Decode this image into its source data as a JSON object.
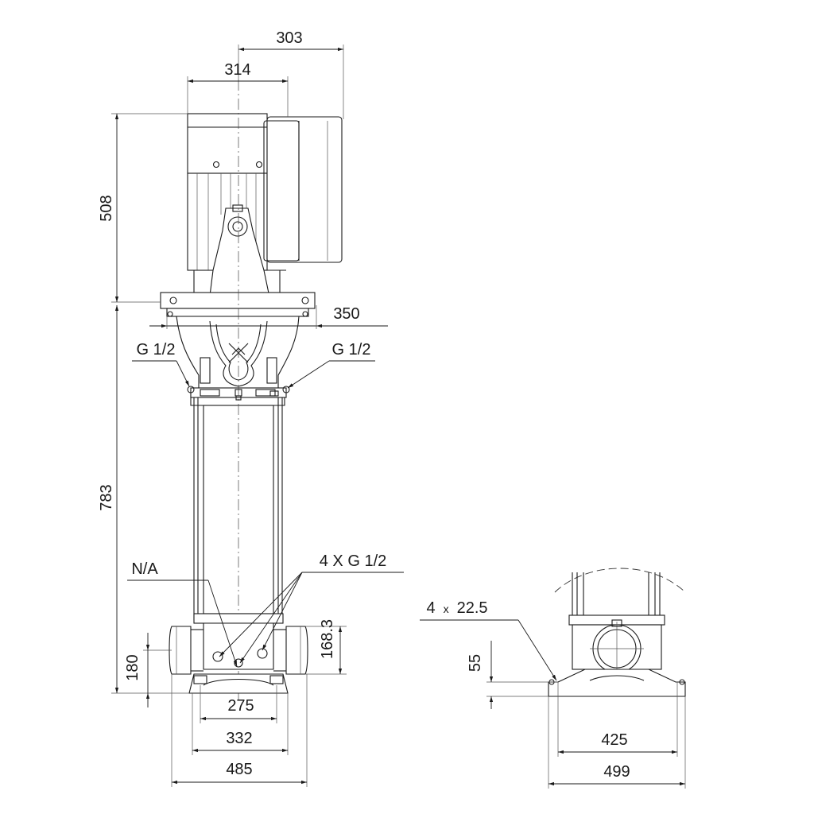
{
  "dimensions": {
    "motor_depth": "303",
    "motor_width": "314",
    "motor_height": "508",
    "flange_width": "350",
    "pump_height": "783",
    "inlet_height": "180",
    "port_distance": "168.3",
    "base_275": "275",
    "base_332": "332",
    "base_485": "485",
    "side_foot_height": "55",
    "side_hole_distance": "425",
    "side_base_width": "499"
  },
  "labels": {
    "vent_left": "G 1/2",
    "vent_right": "G 1/2",
    "na": "N/A",
    "drain_ports": "4 X G 1/2",
    "holes_count": "4",
    "holes_times": "x",
    "holes_size": "22.5"
  }
}
